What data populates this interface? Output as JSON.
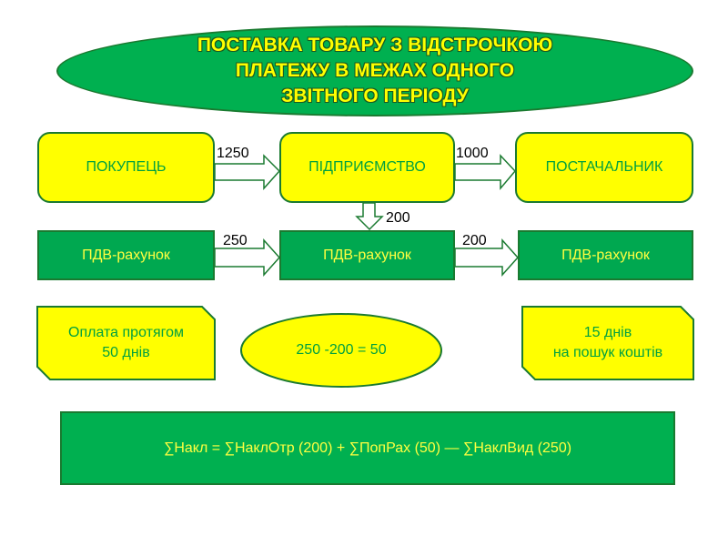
{
  "title": {
    "lines": [
      "ПОСТАВКА ТОВАРУ З ВІДСТРОЧКОЮ",
      "ПЛАТЕЖУ В МЕЖАХ ОДНОГО",
      "ЗВІТНОГО ПЕРІОДУ"
    ]
  },
  "row1": {
    "buyer": "ПОКУПЕЦЬ",
    "enterprise": "ПІДПРИЄМСТВО",
    "supplier": "ПОСТАЧАЛЬНИК",
    "arrow1_label": "1250",
    "arrow2_label": "1000"
  },
  "down_arrow_label": "200",
  "row2": {
    "left": "ПДВ-рахунок",
    "center": "ПДВ-рахунок",
    "right": "ПДВ-рахунок",
    "arrow1_label": "250",
    "arrow2_label": "200"
  },
  "row3": {
    "left_lines": [
      "Оплата протягом",
      "50 днів"
    ],
    "center": "250 -200 = 50",
    "right_lines": [
      "15 днів",
      "на пошук коштів"
    ]
  },
  "formula": "∑Накл = ∑НаклОтр (200) + ∑ПопРах (50) — ∑НаклВид (250)",
  "colors": {
    "yellow": "#ffff00",
    "green": "#00b050",
    "border": "#1a7a30"
  }
}
